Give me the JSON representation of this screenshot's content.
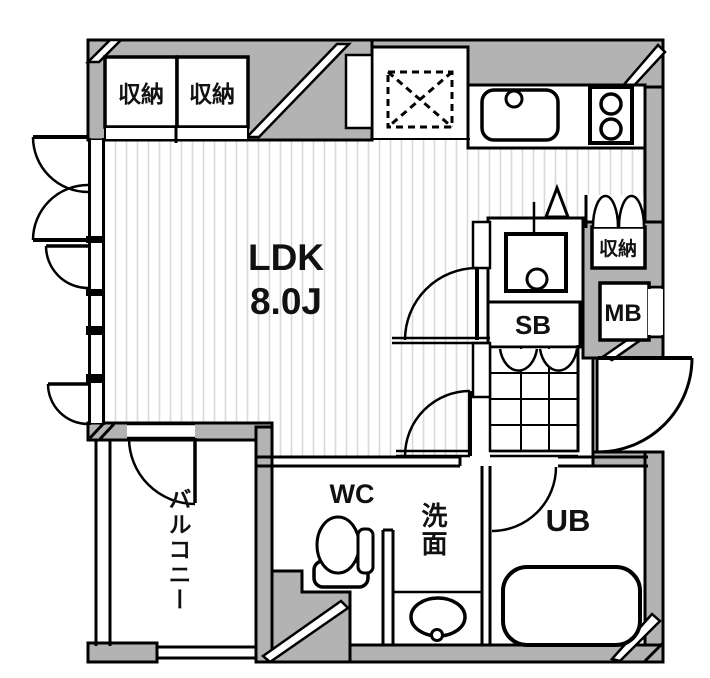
{
  "floorplan": {
    "title": "1R/1K apartment floor plan",
    "labels": {
      "ldk_line1": "LDK",
      "ldk_line2": "8.0J",
      "closet_top_1": "収納",
      "closet_top_2": "収納",
      "closet_right": "収納",
      "shoe_box": "SB",
      "meter_box": "MB",
      "toilet": "WC",
      "washroom": "洗面",
      "unit_bath": "UB",
      "balcony": "バルコニー"
    },
    "colors": {
      "wall_fill": "#b3b3b3",
      "line": "#000000",
      "floor_stripe": "#d9d9d9",
      "floor_base": "#ffffff"
    }
  }
}
